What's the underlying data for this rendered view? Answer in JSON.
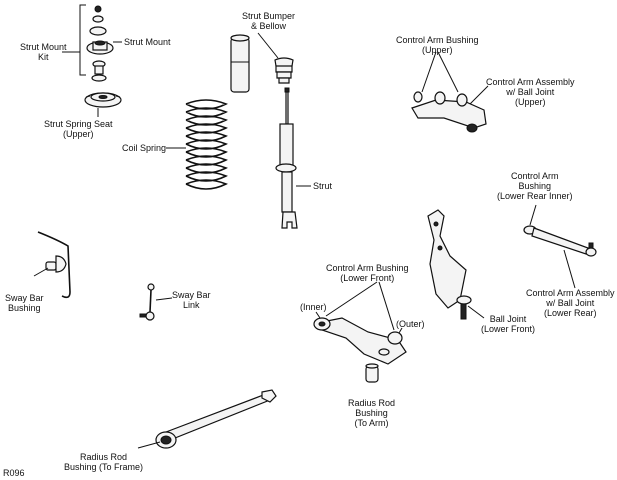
{
  "figure_code": "R096",
  "labels": {
    "strut_mount_kit": [
      "Strut Mount",
      "Kit"
    ],
    "strut_mount": [
      "Strut Mount"
    ],
    "strut_spring_seat": [
      "Strut Spring Seat",
      "(Upper)"
    ],
    "strut_bumper": [
      "Strut Bumper",
      "& Bellow"
    ],
    "coil_spring": [
      "Coil Spring"
    ],
    "strut": [
      "Strut"
    ],
    "control_arm_bushing_upper": [
      "Control Arm Bushing",
      "(Upper)"
    ],
    "control_arm_assembly_upper": [
      "Control Arm Assembly",
      "w/ Ball Joint",
      "(Upper)"
    ],
    "control_arm_bushing_lower_rear_inner": [
      "Control Arm",
      "Bushing",
      "(Lower Rear Inner)"
    ],
    "control_arm_assembly_lower_rear": [
      "Control Arm Assembly",
      "w/ Ball Joint",
      "(Lower Rear)"
    ],
    "sway_bar_bushing": [
      "Sway Bar",
      "Bushing"
    ],
    "sway_bar_link": [
      "Sway Bar",
      "Link"
    ],
    "control_arm_bushing_lower_front": [
      "Control Arm Bushing",
      "(Lower Front)"
    ],
    "inner": [
      "(Inner)"
    ],
    "outer": [
      "(Outer)"
    ],
    "ball_joint_lower_front": [
      "Ball Joint",
      "(Lower Front)"
    ],
    "radius_rod_bushing_arm": [
      "Radius Rod",
      "Bushing",
      "(To Arm)"
    ],
    "radius_rod_bushing_frame": [
      "Radius Rod",
      "Bushing (To Frame)"
    ]
  }
}
